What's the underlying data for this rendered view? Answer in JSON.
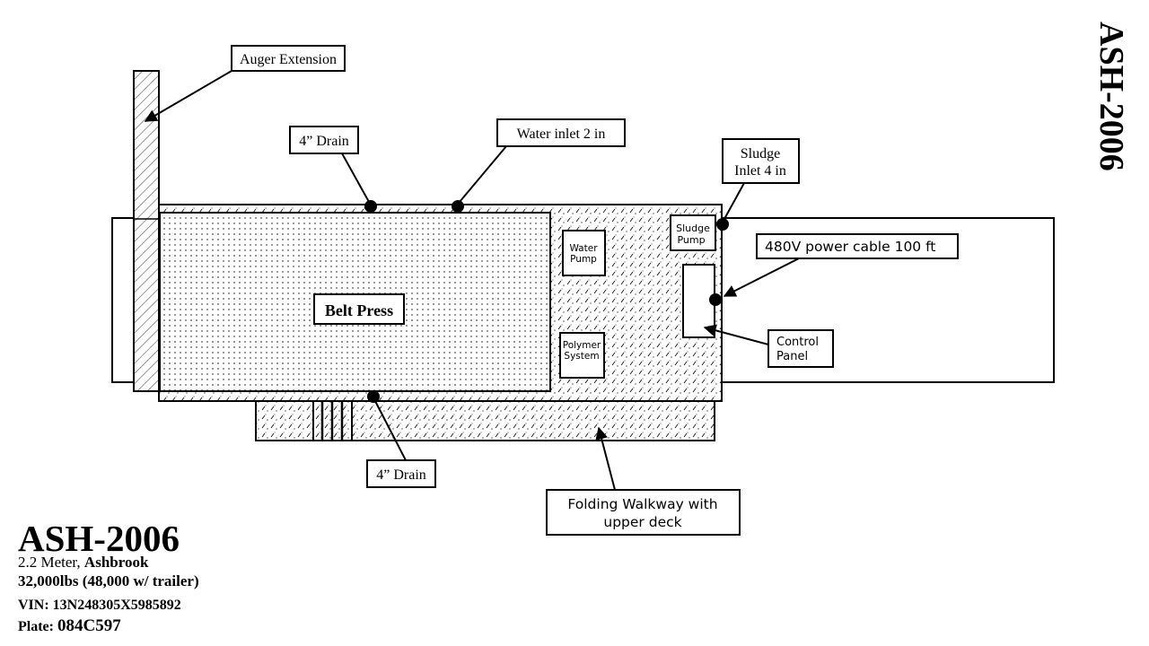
{
  "unit": {
    "id": "ASH-2006",
    "vertical_title": "ASH-2006",
    "size_label": "2.2 Meter,",
    "manufacturer": "Ashbrook",
    "weight": "32,000lbs (48,000 w/ trailer)",
    "vin_label": "VIN:",
    "vin": "13N248305X5985892",
    "plate_label": "Plate:",
    "plate": "084C597"
  },
  "components": {
    "belt_press": "Belt Press",
    "water_pump": [
      "Water",
      "Pump"
    ],
    "sludge_pump": [
      "Sludge",
      "Pump"
    ],
    "polymer_system": [
      "Polymer",
      "System"
    ]
  },
  "callouts": {
    "auger_extension": "Auger Extension",
    "drain_top": "4” Drain",
    "water_inlet": "Water inlet 2 in",
    "sludge_inlet": [
      "Sludge",
      "Inlet 4 in"
    ],
    "power_cable": "480V power cable 100 ft",
    "control_panel": [
      "Control",
      "Panel"
    ],
    "drain_bottom": "4” Drain",
    "walkway": [
      "Folding Walkway with",
      "upper deck"
    ]
  }
}
